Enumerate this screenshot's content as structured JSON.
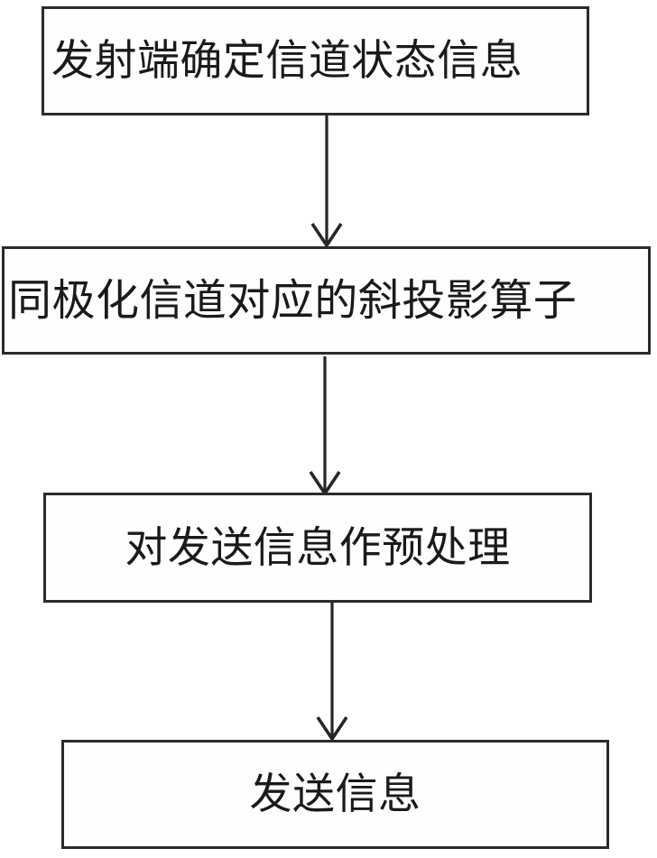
{
  "diagram": {
    "title": "",
    "type": "flowchart",
    "orientation": "vertical",
    "colors": {
      "background": "#ffffff",
      "box_fill": "#fefefe",
      "box_border": "#2b2b2b",
      "text": "#1a1a1a",
      "connector": "#262626"
    },
    "nodes": [
      {
        "id": "node-1",
        "label": "发射端确定信道状态信息",
        "shape": "rectangle"
      },
      {
        "id": "node-2",
        "label": "同极化信道对应的斜投影算子",
        "shape": "rectangle"
      },
      {
        "id": "node-3",
        "label": "对发送信息作预处理",
        "shape": "rectangle"
      },
      {
        "id": "node-4",
        "label": "发送信息",
        "shape": "rectangle"
      }
    ],
    "connectors": [
      {
        "id": "connector-1",
        "from": "node-1",
        "to": "node-2",
        "label": "",
        "arrowhead": "open-v"
      },
      {
        "id": "connector-2",
        "from": "node-2",
        "to": "node-3",
        "label": "",
        "arrowhead": "open-v"
      },
      {
        "id": "connector-3",
        "from": "node-3",
        "to": "node-4",
        "label": "",
        "arrowhead": "open-v"
      }
    ]
  }
}
